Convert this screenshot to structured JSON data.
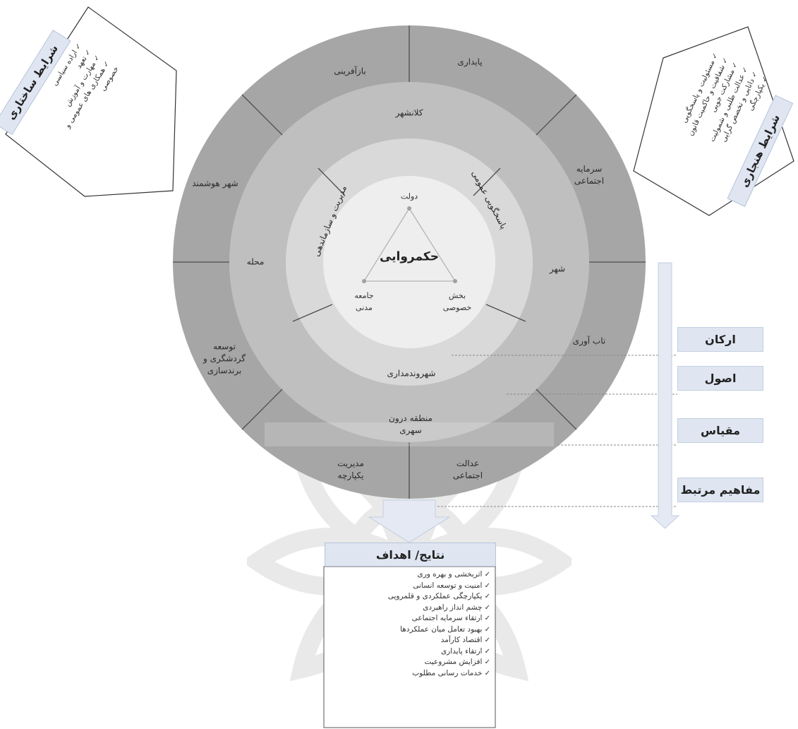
{
  "center": {
    "title": "حکمروایی",
    "vertex_top": "دولت",
    "vertex_right": "بخش\nخصوصی",
    "vertex_left": "جامعه\nمدنی"
  },
  "ring_principles": {
    "right_curved": "پاسخگویی عمومی",
    "left_curved": "مدیریت و سازماندهی",
    "bottom": "شهروندمداری"
  },
  "ring_scales": {
    "top": "کلانشهر",
    "right": "شهر",
    "left": "محله",
    "bottom": "منطقه درون\nسهری"
  },
  "ring_concepts": {
    "top_right": "پایداری",
    "top_left": "بازآفرینی",
    "right_upper": "سرمایه\nاجتماعی",
    "right_lower": "تاب آوری",
    "left_upper": "شهر هوشمند",
    "left_lower": "توسعه\nگردشگری و\nبرندسازی",
    "bottom_right": "عدالت\nاجتماعی",
    "bottom_left": "مدیریت\nیکپارچه"
  },
  "side_tabs": {
    "pillars": "ارکان",
    "principles": "اصول",
    "scale": "مقیاس",
    "related": "مفاهیم مرتبط"
  },
  "structural": {
    "title": "شرایط ساختاری",
    "items": [
      "اراده سیاسی",
      "تعهد",
      "مهارت و آموزش",
      "همکاری های عمومی و خصوصی"
    ]
  },
  "normative": {
    "title": "شرایط هنجاری",
    "items": [
      "مسئولیت و پاسخگویی",
      "شفافیت و حاکمیت قانون",
      "مشارکت جویی",
      "عدالت طلبی و شمولیت",
      "دانایی و تخصص گرایی",
      "یکپارچگی"
    ]
  },
  "outcomes": {
    "title": "نتایج/ اهداف",
    "items": [
      "اثربخشی و بهره وری",
      "امنیت و توسعه انسانی",
      "یکپارچگی عملکردی و قلمرویی",
      "چشم انداز راهبردی",
      "ارتقاء سرمایه اجتماعی",
      "بهبود تعامل میان عملکردها",
      "اقتصاد کارآمد",
      "ارتقاء پایداری",
      "افزایش مشروعیت",
      "خدمات رسانی مطلوب"
    ]
  },
  "colors": {
    "outer_ring": "#a6a6a6",
    "scale_ring": "#bfbfbf",
    "principle_ring": "#d9d9d9",
    "center_disc": "#eeeeee",
    "tab_fill": "#dfe6f2",
    "arrow_fill": "#e4e9f3"
  }
}
